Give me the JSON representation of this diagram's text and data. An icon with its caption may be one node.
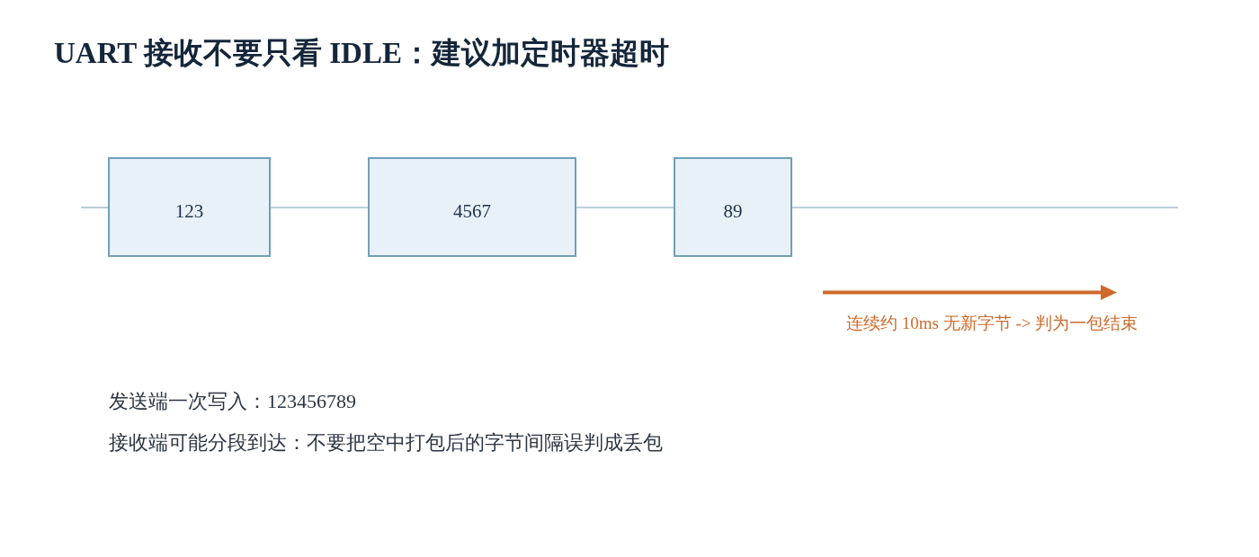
{
  "diagram": {
    "title": "UART 接收不要只看 IDLE：建议加定时器超时",
    "nodes": [
      {
        "text": [
          "123"
        ]
      },
      {
        "text": [
          "4567"
        ]
      },
      {
        "text": [
          "89"
        ]
      }
    ],
    "edges": [
      {
        "from": null,
        "to": 0,
        "arrow": "none"
      },
      {
        "from": 0,
        "to": 1,
        "arrow": "none"
      },
      {
        "from": 1,
        "to": 2,
        "arrow": "none"
      },
      {
        "from": 2,
        "to": null,
        "arrow": "none"
      }
    ],
    "labels": [
      "连续约 10ms 无新字节 -> 判为一包结束",
      "发送端一次写入：123456789",
      "接收端可能分段到达：不要把空中打包后的字节间隔误判成丢包"
    ]
  }
}
